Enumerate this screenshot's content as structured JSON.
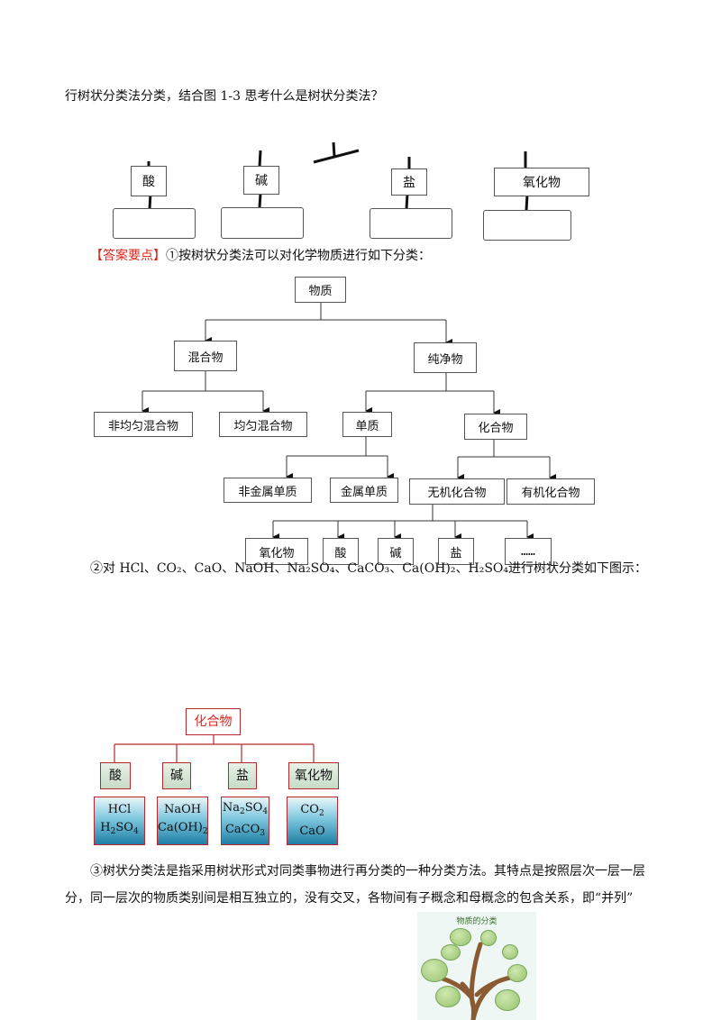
{
  "intro": "行树状分类法分类，结合图 1-3 思考什么是树状分类法？",
  "fig1": {
    "labels": [
      "酸",
      "碱",
      "盐",
      "氧化物"
    ]
  },
  "answer": {
    "label": "【答案要点】",
    "point1": "①按树状分类法可以对化学物质进行如下分类：",
    "point2": "②对 HCl、CO₂、CaO、NaOH、Na₂SO₄、CaCO₃、Ca(OH)₂、H₂SO₄进行树状分类如下图示：",
    "point3_line1": "③树状分类法是指采用树状形式对同类事物进行再分类的一种分类方法。其特点是按照层次一层一层",
    "point3_line2": "分，同一层次的物质类别间是相互独立的，没有交叉，各物间有子概念和母概念的包含关系，即“并列”"
  },
  "tree2": {
    "root": "物质",
    "mixture": "混合物",
    "pure": "纯净物",
    "hetero": "非均匀混合物",
    "homo": "均匀混合物",
    "element": "单质",
    "compound": "化合物",
    "nonmetal": "非金属单质",
    "metal": "金属单质",
    "inorganic": "无机化合物",
    "organic": "有机化合物",
    "oxide": "氧化物",
    "acid": "酸",
    "base": "碱",
    "salt": "盐",
    "more": "……"
  },
  "tree3": {
    "root": "化合物",
    "categories": [
      "酸",
      "碱",
      "盐",
      "氧化物"
    ],
    "samples": [
      {
        "a": "HCl",
        "b_base": "H",
        "b_sub": "2",
        "b_rest": "SO",
        "b_sub2": "4"
      },
      {
        "a": "NaOH",
        "b": "Ca(OH)",
        "b_sub": "2"
      },
      {
        "a_base": "Na",
        "a_sub": "2",
        "a_rest": "SO",
        "a_sub2": "4",
        "b": "CaCO",
        "b_sub": "3"
      },
      {
        "a": "CO",
        "a_sub": "2",
        "b": "CaO"
      }
    ]
  },
  "tree_img": {
    "title": "物质的分类"
  }
}
